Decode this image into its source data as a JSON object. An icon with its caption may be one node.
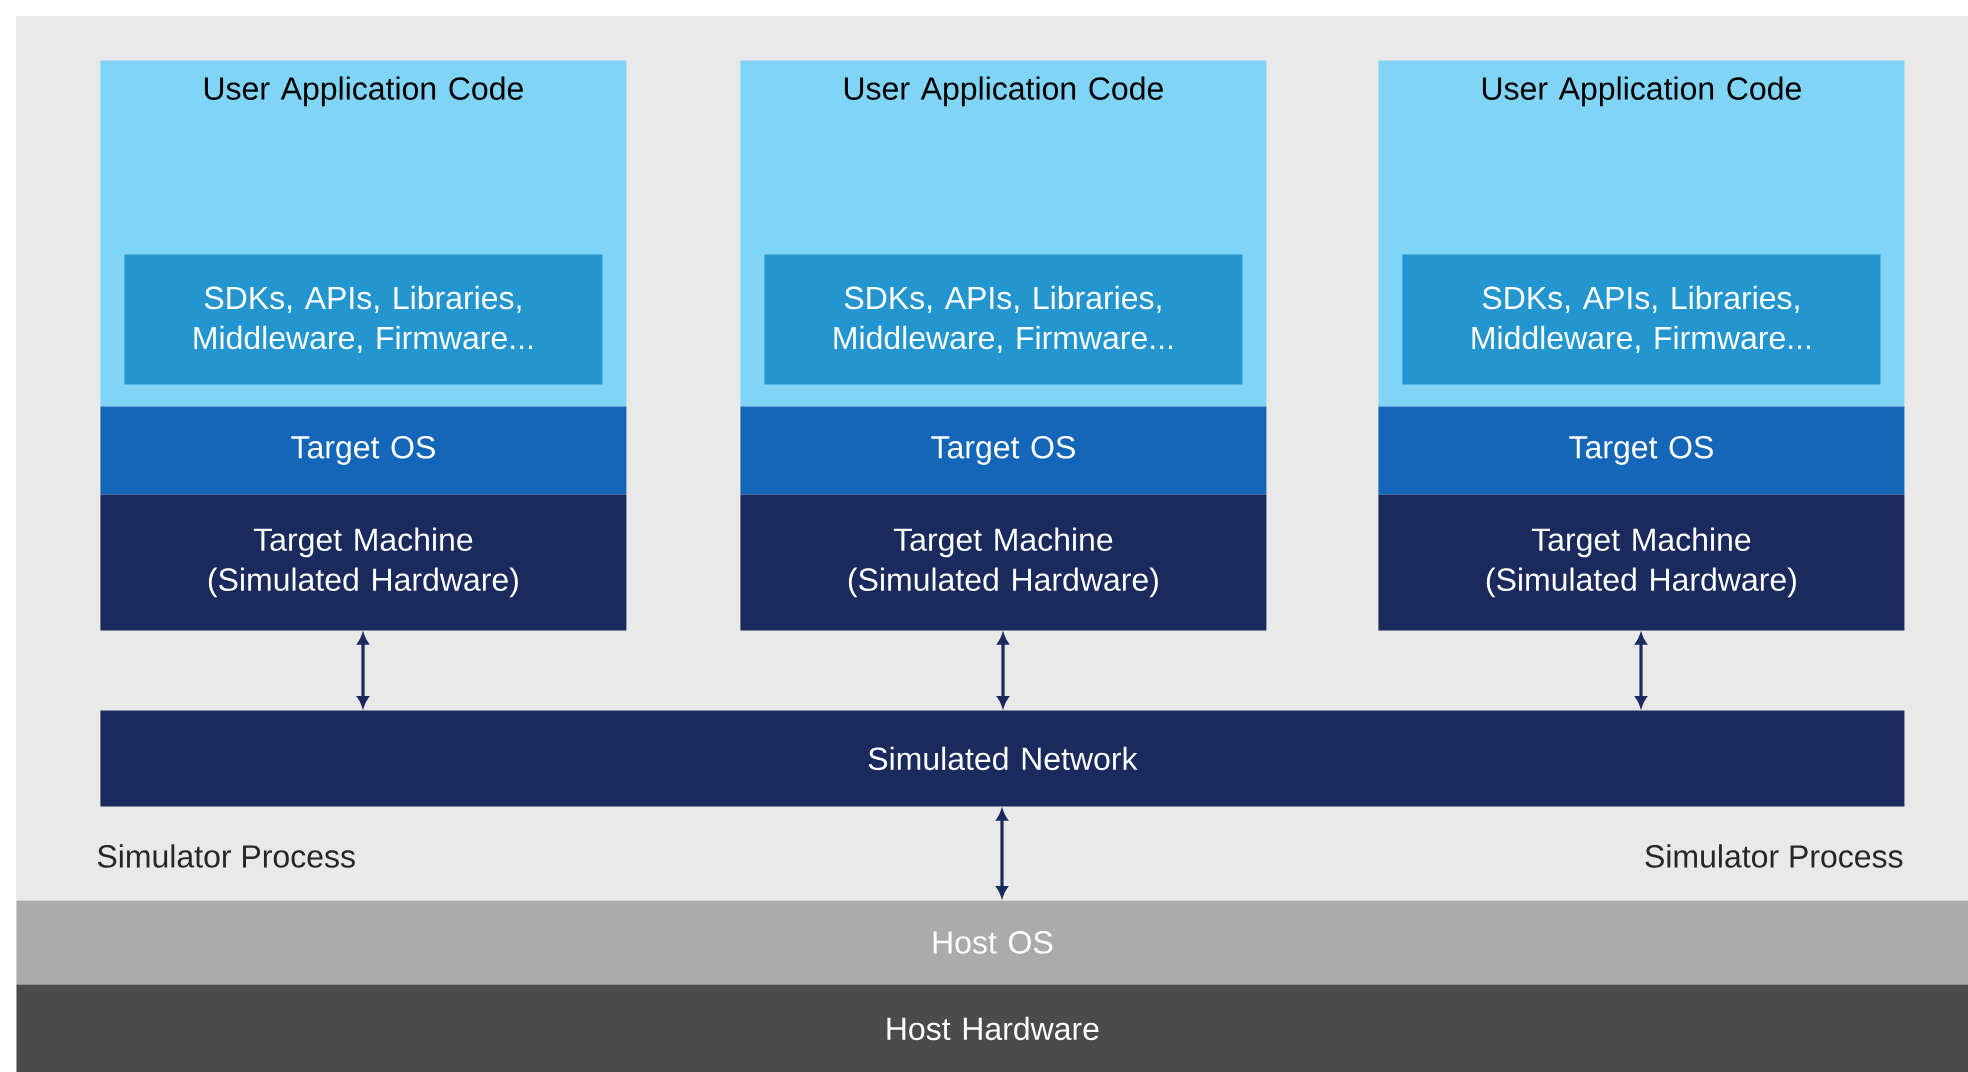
{
  "diagram": {
    "nodes": [
      {
        "text": [
          "User Application Code"
        ]
      },
      {
        "text": [
          "SDKs, APIs, Libraries, Middleware, Firmware..."
        ],
        "in": 0
      },
      {
        "text": [
          "Target OS"
        ]
      },
      {
        "text": [
          "Target Machine (Simulated Hardware)"
        ]
      },
      {
        "text": [
          "User Application Code"
        ]
      },
      {
        "text": [
          "SDKs, APIs, Libraries, Middleware, Firmware..."
        ],
        "in": 4
      },
      {
        "text": [
          "Target OS"
        ]
      },
      {
        "text": [
          "Target Machine (Simulated Hardware)"
        ]
      },
      {
        "text": [
          "User Application Code"
        ]
      },
      {
        "text": [
          "SDKs, APIs, Libraries, Middleware, Firmware..."
        ],
        "in": 8
      },
      {
        "text": [
          "Target OS"
        ]
      },
      {
        "text": [
          "Target Machine (Simulated Hardware)"
        ]
      },
      {
        "text": [
          "Simulated Network"
        ]
      },
      {
        "text": [
          "Host OS"
        ]
      },
      {
        "text": [
          "Host Hardware"
        ]
      }
    ],
    "edges": [
      {
        "from": 3,
        "to": 12,
        "arrow": "both"
      },
      {
        "from": 7,
        "to": 12,
        "arrow": "both"
      },
      {
        "from": 11,
        "to": 12,
        "arrow": "both"
      },
      {
        "from": 12,
        "to": 13,
        "arrow": "both"
      }
    ],
    "labels": [
      "Simulator Process",
      "Simulator Process"
    ]
  }
}
